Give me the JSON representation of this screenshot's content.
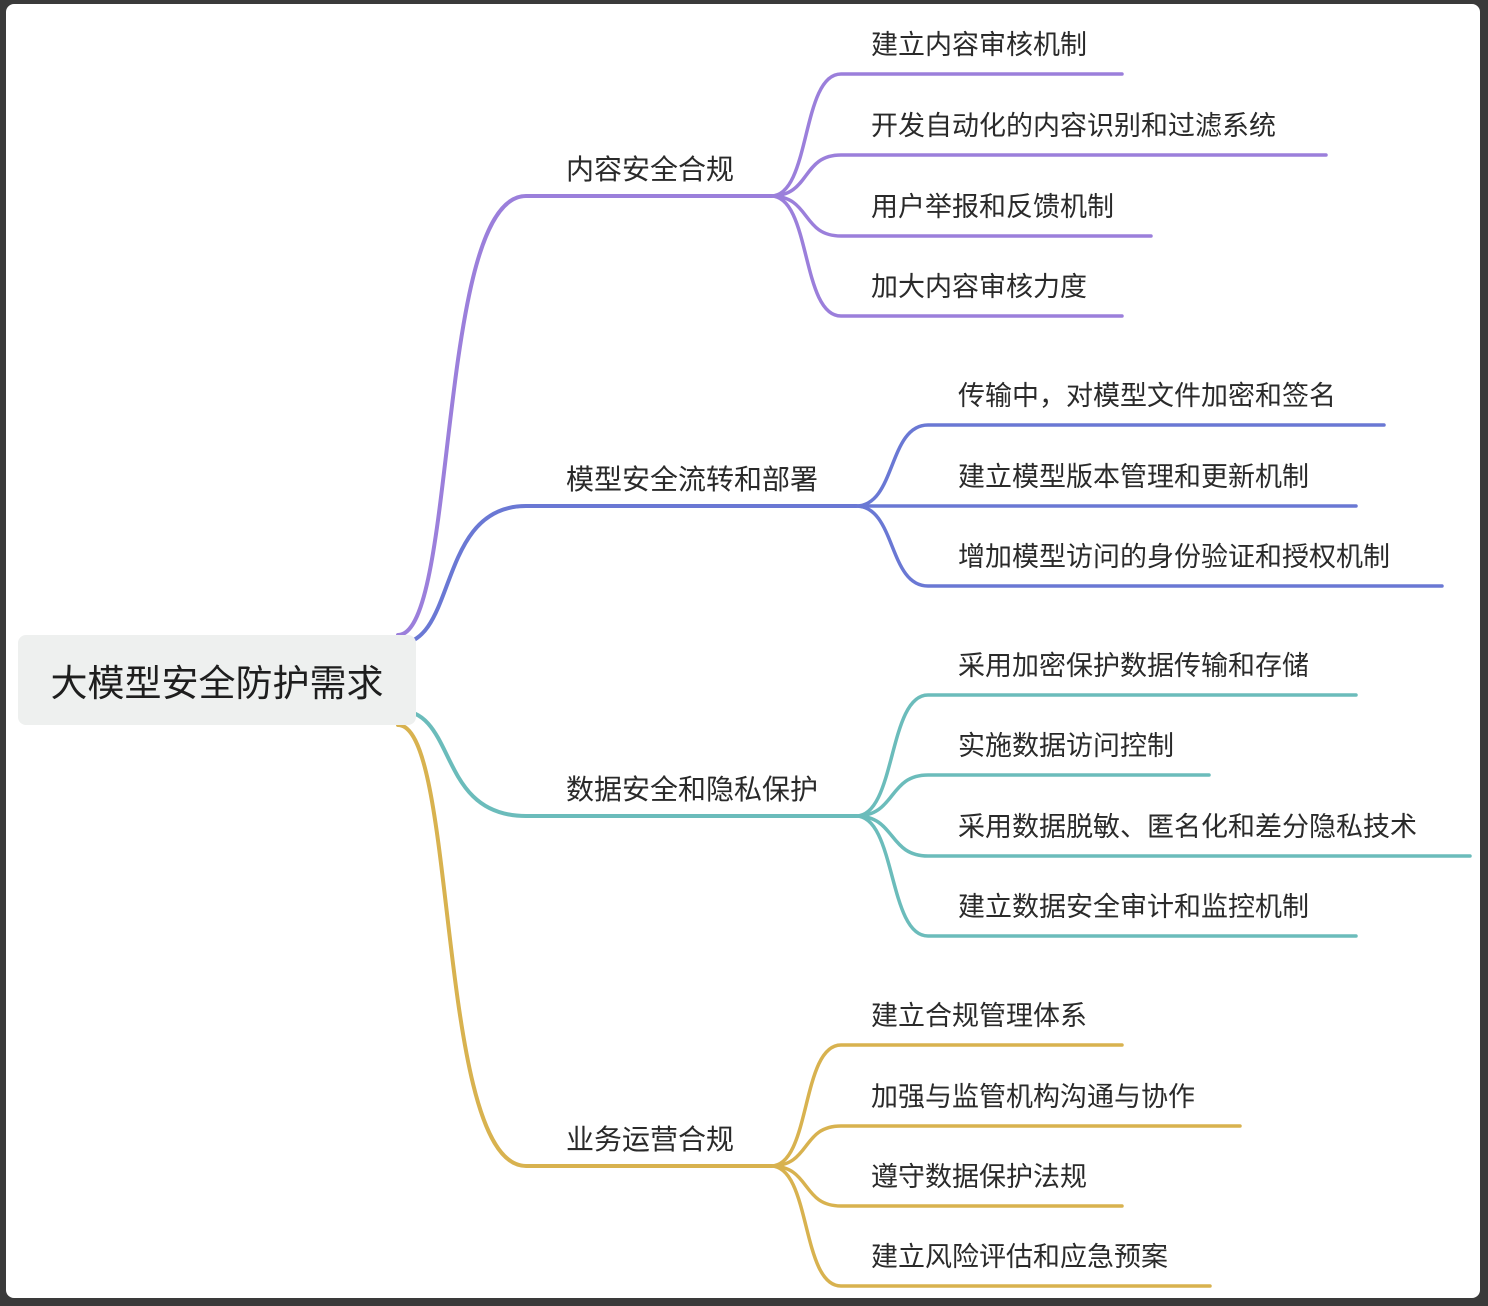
{
  "root": {
    "label": "大模型安全防护需求"
  },
  "branches": [
    {
      "label": "内容安全合规",
      "color": "#9b7fdb",
      "children": [
        "建立内容审核机制",
        "开发自动化的内容识别和过滤系统",
        "用户举报和反馈机制",
        "加大内容审核力度"
      ]
    },
    {
      "label": "模型安全流转和部署",
      "color": "#6a78d4",
      "children": [
        "传输中，对模型文件加密和签名",
        "建立模型版本管理和更新机制",
        "增加模型访问的身份验证和授权机制"
      ]
    },
    {
      "label": "数据安全和隐私保护",
      "color": "#6bbcbb",
      "children": [
        "采用加密保护数据传输和存储",
        "实施数据访问控制",
        "采用数据脱敏、匿名化和差分隐私技术",
        "建立数据安全审计和监控机制"
      ]
    },
    {
      "label": "业务运营合规",
      "color": "#d8b24f",
      "children": [
        "建立合规管理体系",
        "加强与监管机构沟通与协作",
        "遵守数据保护法规",
        "建立风险评估和应急预案"
      ]
    }
  ]
}
